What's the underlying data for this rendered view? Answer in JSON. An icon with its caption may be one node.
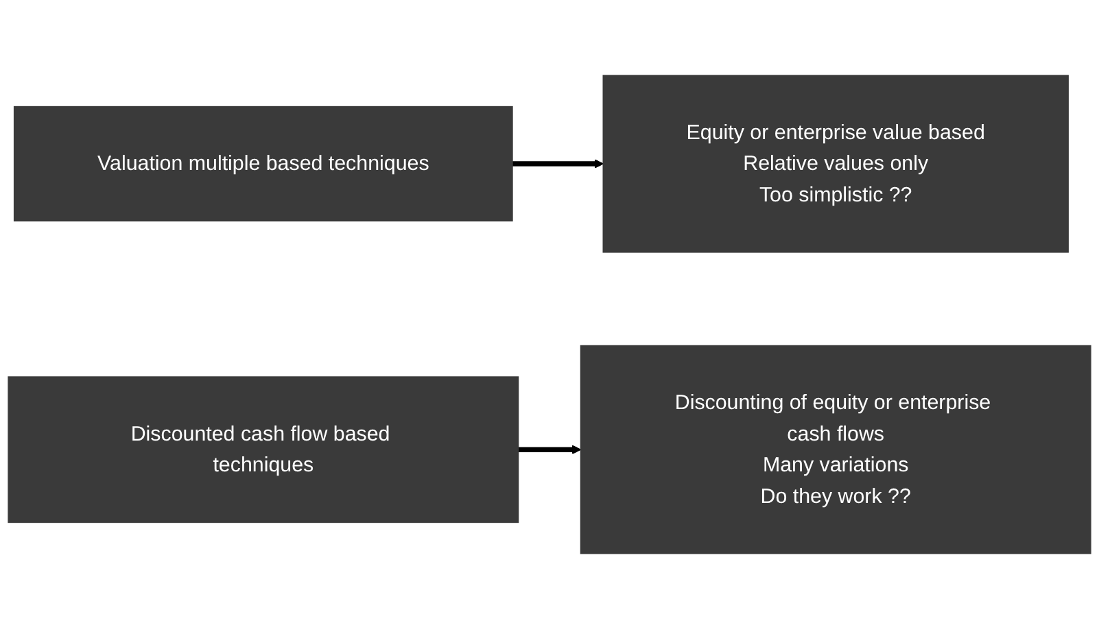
{
  "diagram": {
    "nodes": [
      {
        "text": [
          "Valuation multiple based techniques"
        ]
      },
      {
        "text": [
          "Equity or enterprise value based",
          "Relative values only",
          "Too simplistic ??"
        ]
      },
      {
        "text": [
          "Discounted cash flow based techniques"
        ]
      },
      {
        "text": [
          "Discounting of equity or enterprise cash flows",
          "Many variations",
          "Do they work ??"
        ]
      }
    ],
    "edges": [
      {
        "from": 0,
        "to": 1,
        "arrow": "to"
      },
      {
        "from": 2,
        "to": 3,
        "arrow": "to"
      }
    ]
  }
}
